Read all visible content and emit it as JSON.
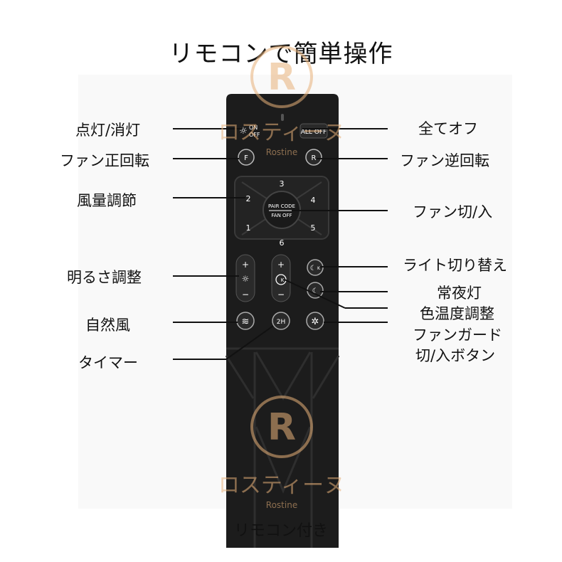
{
  "title": "リモコンで簡単操作",
  "caption": "リモコン付き",
  "watermark": {
    "letter": "R",
    "katakana": "ロスティーヌ",
    "brand": "Rostine",
    "color": "#e8b27a"
  },
  "remote": {
    "onoff_top": "ON",
    "onoff_bottom": "OFF",
    "all_off": "ALL OFF",
    "fan_forward": "F",
    "fan_reverse": "R",
    "speeds": [
      "3",
      "4",
      "5",
      "6",
      "1",
      "2"
    ],
    "center_top": "PAIR CODE",
    "center_bottom": "FAN OFF",
    "plus": "+",
    "minus": "−",
    "timer": "2H",
    "k_badge": "K"
  },
  "labels": {
    "left": [
      "点灯/消灯",
      "ファン正回転",
      "風量調節",
      "明るさ調整",
      "自然風",
      "タイマー"
    ],
    "right": [
      "全てオフ",
      "ファン逆回転",
      "ファン切/入",
      "ライト切り替え",
      "常夜灯",
      "色温度調整",
      "ファンガード",
      "切/入ボタン"
    ]
  }
}
